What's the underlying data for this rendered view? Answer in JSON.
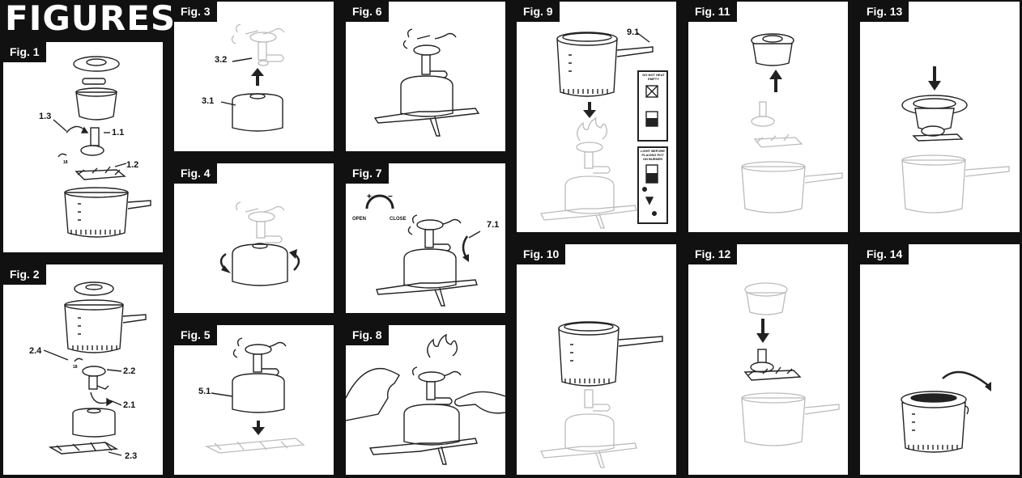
{
  "heading": "FIGURES",
  "figures": {
    "fig1": {
      "label": "Fig. 1",
      "callouts": [
        "1.3",
        "1.1",
        "1.2"
      ]
    },
    "fig2": {
      "label": "Fig. 2",
      "callouts": [
        "2.4",
        "2.2",
        "2.1",
        "2.3"
      ]
    },
    "fig3": {
      "label": "Fig. 3",
      "callouts": [
        "3.2",
        "3.1"
      ]
    },
    "fig4": {
      "label": "Fig. 4"
    },
    "fig5": {
      "label": "Fig. 5",
      "callouts": [
        "5.1"
      ]
    },
    "fig6": {
      "label": "Fig. 6"
    },
    "fig7": {
      "label": "Fig. 7",
      "callouts": [
        "7.1"
      ],
      "open_text": "OPEN",
      "close_text": "CLOSE"
    },
    "fig8": {
      "label": "Fig. 8"
    },
    "fig9": {
      "label": "Fig. 9",
      "callouts": [
        "9.1"
      ],
      "warning1": "DO NOT HEAT EMPTY",
      "warning2": "LIGHT BEFORE PLACING POT ON BURNER"
    },
    "fig10": {
      "label": "Fig. 10"
    },
    "fig11": {
      "label": "Fig. 11"
    },
    "fig12": {
      "label": "Fig. 12"
    },
    "fig13": {
      "label": "Fig. 13"
    },
    "fig14": {
      "label": "Fig. 14"
    }
  },
  "colors": {
    "ink": "#222222",
    "faded": "#bbbbbb",
    "background": "#111111",
    "panel": "#ffffff"
  }
}
